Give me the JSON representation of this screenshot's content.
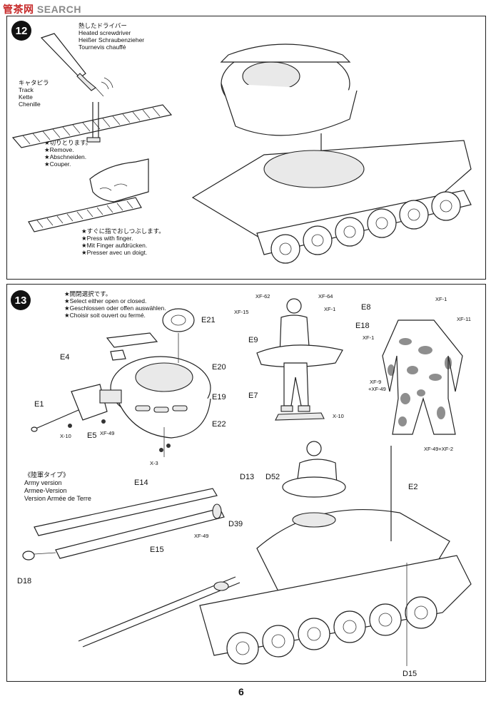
{
  "watermark": {
    "cn": "管茶网",
    "en": "SEARCH"
  },
  "step_top": {
    "screwdriver": {
      "ja": "熱したドライバー",
      "en": "Heated screwdriver",
      "de": "Heißer Schraubenzieher",
      "fr": "Tournevis chauffé"
    },
    "track": {
      "ja": "キャタピラ",
      "en": "Track",
      "de": "Kette",
      "fr": "Chenille"
    },
    "remove": {
      "ja": "★切りとります。",
      "en": "★Remove.",
      "de": "★Abschneiden.",
      "fr": "★Couper."
    },
    "press": {
      "ja": "★すぐに指でおしつぶします。",
      "en": "★Press with finger.",
      "de": "★Mit Finger aufdrücken.",
      "fr": "★Presser avec un doigt."
    }
  },
  "step13": {
    "number": "13",
    "select_note": {
      "ja": "★開閉選択です。",
      "en": "★Select either open or closed.",
      "de": "★Geschlossen oder offen auswählen.",
      "fr": "★Choisir soit ouvert ou fermé."
    },
    "parts": [
      "E21",
      "E4",
      "E20",
      "E19",
      "E1",
      "E22",
      "E5"
    ],
    "paint_turret": {
      "x10": "X-10",
      "xf49": "XF-49",
      "x3": "X-3"
    },
    "figure_labels": {
      "xf62": "XF-62",
      "xf64": "XF-64",
      "xf15": "XF-15",
      "xf1a": "XF-1",
      "e8": "E8",
      "e18": "E18",
      "xf1b": "XF-1",
      "e9": "E9",
      "e7": "E7",
      "x10": "X-10"
    },
    "uniform_labels": {
      "xf1": "XF-1",
      "xf11": "XF-11",
      "xf9": "XF-9",
      "xf49a": "+XF-49",
      "bottom": "XF-49+XF-2"
    },
    "army": {
      "ja": "《陸軍タイプ》",
      "en": "Army version",
      "de": "Armee-Version",
      "fr": "Version Armée de Terre"
    },
    "barrel_labels": {
      "e14": "E14",
      "e15": "E15",
      "xf49": "XF-49",
      "d18": "D18"
    },
    "tank_labels": {
      "d13": "D13",
      "d52": "D52",
      "d39": "D39",
      "e2": "E2",
      "d15": "D15"
    }
  },
  "page_number": "6"
}
